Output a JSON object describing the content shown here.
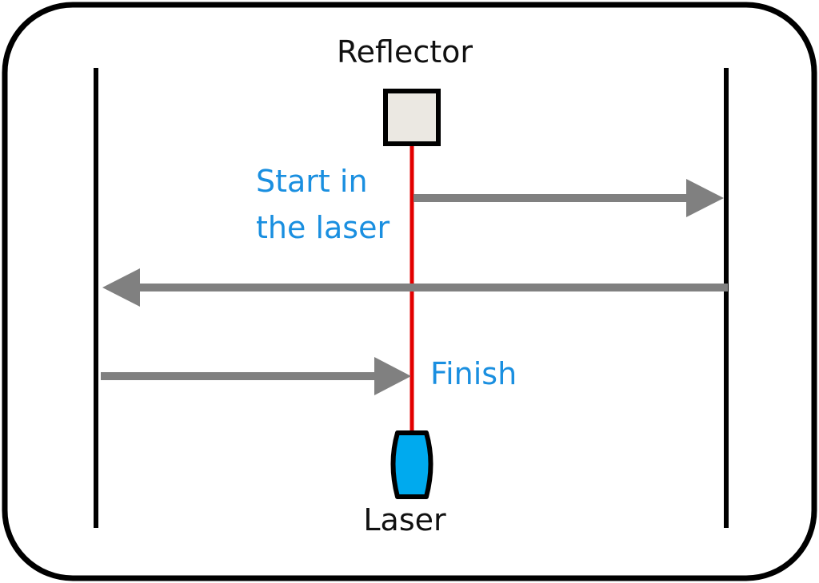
{
  "labels": {
    "reflector": "Reflector",
    "laser": "Laser",
    "start_line1": "Start in",
    "start_line2": "the laser",
    "finish": "Finish"
  },
  "colors": {
    "frame": "#000000",
    "beam": "#e30000",
    "arrow": "#808080",
    "reflector_fill": "#ebe8e2",
    "laser_fill": "#00aaee",
    "annotation_text": "#1a8fe0"
  }
}
